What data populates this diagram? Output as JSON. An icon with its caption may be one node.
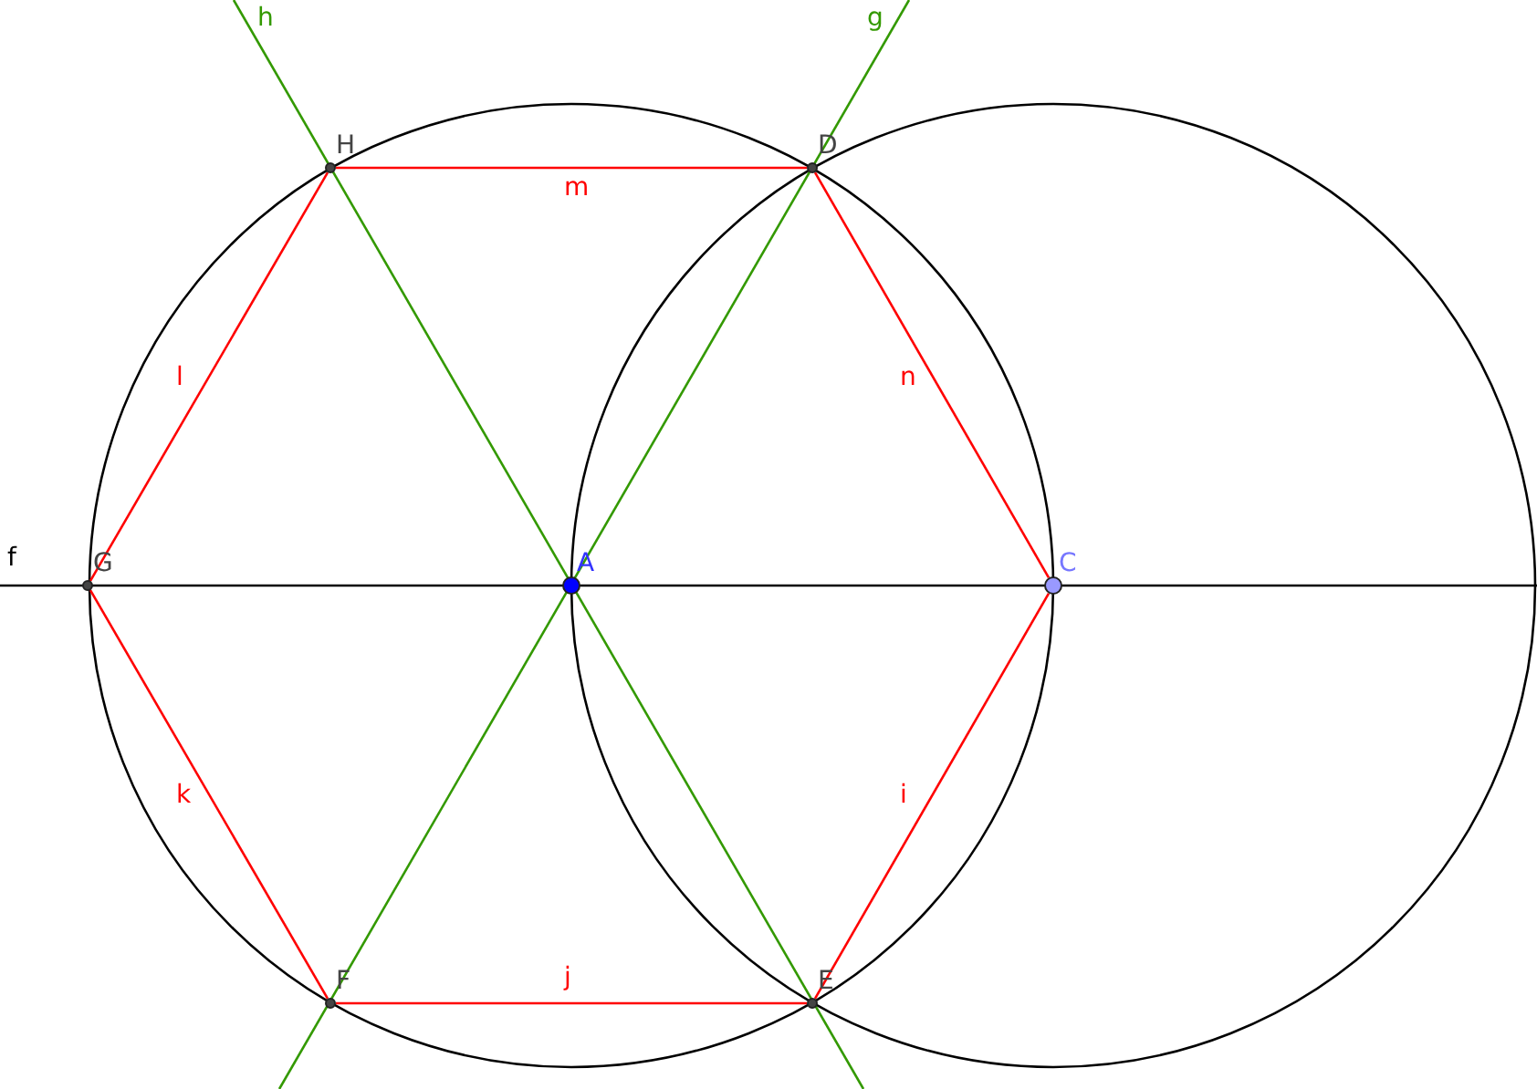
{
  "diagram": {
    "nodes": [
      {
        "text": [],
        "shape": "circle",
        "beside": [
          "H"
        ]
      },
      {
        "text": [],
        "shape": "circle",
        "beside": [
          "D"
        ]
      },
      {
        "text": [],
        "shape": "circle",
        "beside": [
          "G"
        ]
      },
      {
        "text": [],
        "shape": "circle",
        "beside": [
          "A"
        ]
      },
      {
        "text": [],
        "shape": "circle",
        "beside": [
          "C"
        ]
      },
      {
        "text": [],
        "shape": "circle",
        "beside": [
          "F"
        ]
      },
      {
        "text": [],
        "shape": "circle",
        "beside": [
          "E"
        ]
      }
    ],
    "edges": [
      {
        "from": 0,
        "to": 1,
        "arrow": "none",
        "label": "m"
      },
      {
        "from": 1,
        "to": 4,
        "arrow": "none",
        "label": "n"
      },
      {
        "from": 4,
        "to": 6,
        "arrow": "none",
        "label": "i"
      },
      {
        "from": 6,
        "to": 5,
        "arrow": "none",
        "label": "j"
      },
      {
        "from": 5,
        "to": 2,
        "arrow": "none",
        "label": "k"
      },
      {
        "from": 2,
        "to": 0,
        "arrow": "none",
        "label": "l"
      }
    ],
    "labels": [
      "h",
      "g",
      "f"
    ]
  }
}
